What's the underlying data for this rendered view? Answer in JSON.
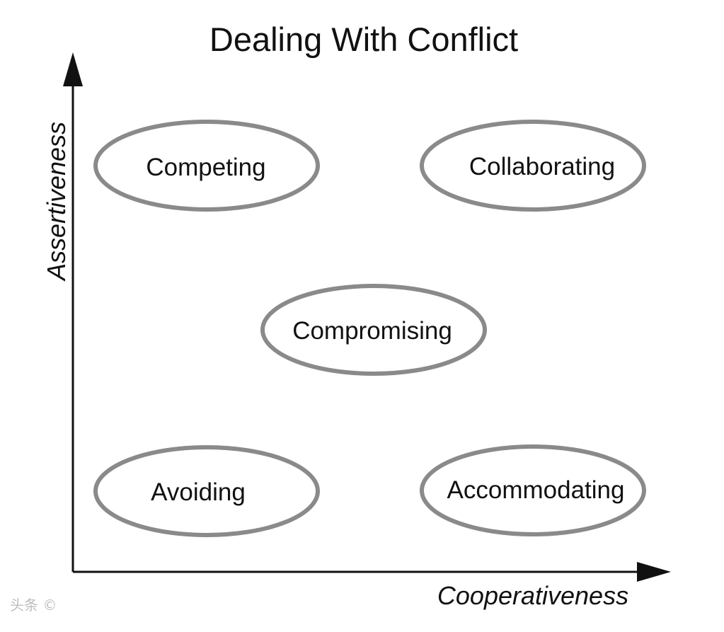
{
  "title": "Dealing With Conflict",
  "axes": {
    "x_label": "Cooperativeness",
    "y_label": "Assertiveness"
  },
  "nodes": [
    {
      "id": "competing",
      "label": "Competing",
      "quadrant": "top-left"
    },
    {
      "id": "collaborating",
      "label": "Collaborating",
      "quadrant": "top-right"
    },
    {
      "id": "compromising",
      "label": "Compromising",
      "quadrant": "center"
    },
    {
      "id": "avoiding",
      "label": "Avoiding",
      "quadrant": "bottom-left"
    },
    {
      "id": "accommodating",
      "label": "Accommodating",
      "quadrant": "bottom-right"
    }
  ],
  "watermark": "头条 ©",
  "colors": {
    "ellipse_stroke": "#8a8a8a",
    "text": "#111111",
    "axis": "#111111",
    "background": "#ffffff"
  }
}
